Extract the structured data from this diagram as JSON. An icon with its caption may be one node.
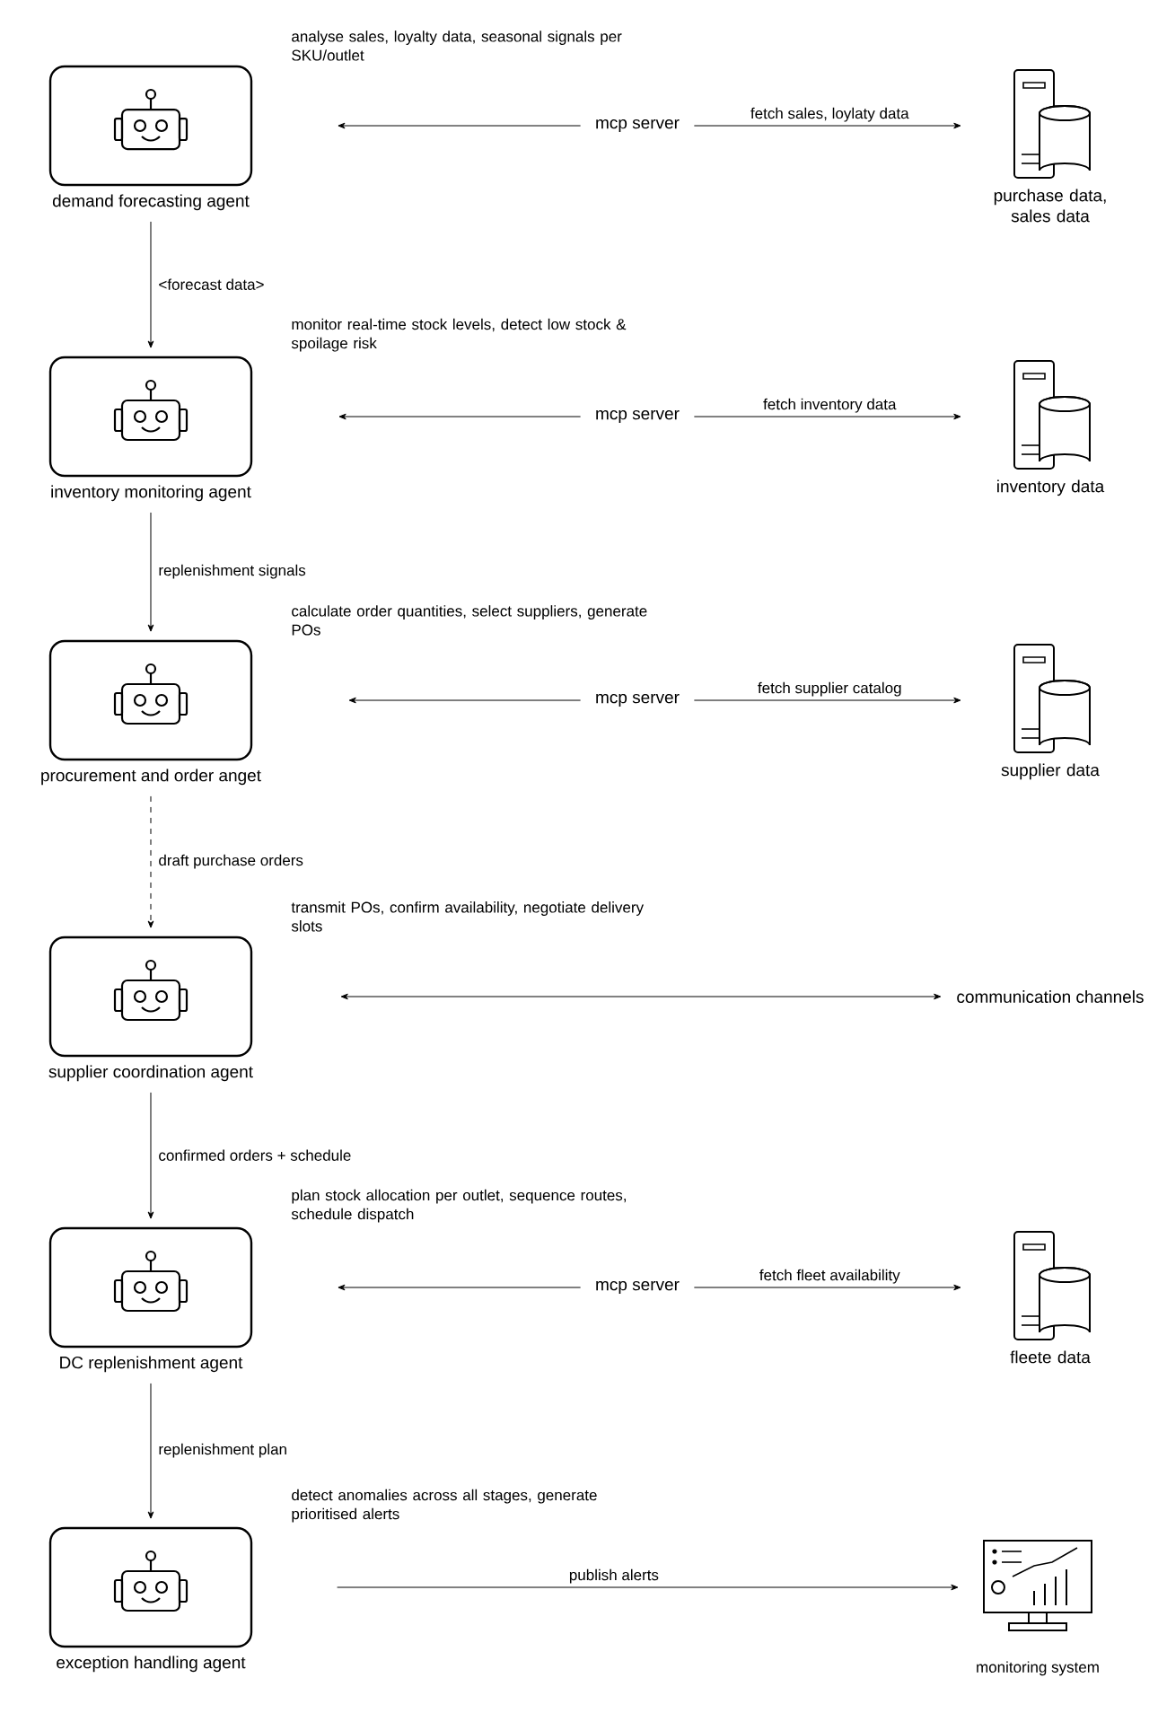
{
  "diagram": {
    "nodes": [
      {
        "text": [
          "demand forecasting agent"
        ],
        "beside": [
          "analyse sales, loyalty data, seasonal signals per SKU/outlet"
        ]
      },
      {
        "text": [
          "mcp server"
        ]
      },
      {
        "text": [
          "purchase data, sales data"
        ]
      },
      {
        "text": [
          "inventory monitoring agent"
        ],
        "beside": [
          "monitor real-time stock levels, detect low stock & spoilage risk"
        ]
      },
      {
        "text": [
          "mcp server"
        ]
      },
      {
        "text": [
          "inventory data"
        ]
      },
      {
        "text": [
          "procurement and order anget"
        ],
        "beside": [
          "calculate order quantities, select suppliers, generate POs"
        ]
      },
      {
        "text": [
          "mcp server"
        ]
      },
      {
        "text": [
          "supplier data"
        ]
      },
      {
        "text": [
          "supplier coordination agent"
        ],
        "beside": [
          "transmit POs, confirm availability, negotiate delivery slots"
        ]
      },
      {
        "text": [
          "communication channels"
        ]
      },
      {
        "text": [
          "DC replenishment agent"
        ],
        "beside": [
          "plan stock allocation per outlet, sequence routes, schedule dispatch"
        ]
      },
      {
        "text": [
          "mcp server"
        ]
      },
      {
        "text": [
          "fleete data"
        ]
      },
      {
        "text": [
          "exception handling agent"
        ],
        "beside": [
          "detect anomalies across all stages, generate prioritised alerts"
        ]
      },
      {
        "text": [
          "monitoring system"
        ]
      }
    ],
    "edges": [
      {
        "from": 1,
        "to": 0,
        "arrow": "to"
      },
      {
        "from": 1,
        "to": 2,
        "arrow": "to",
        "label": "fetch sales, loylaty data"
      },
      {
        "from": 0,
        "to": 3,
        "arrow": "to",
        "label": "<forecast data>"
      },
      {
        "from": 4,
        "to": 3,
        "arrow": "to"
      },
      {
        "from": 4,
        "to": 5,
        "arrow": "to",
        "label": "fetch inventory data"
      },
      {
        "from": 3,
        "to": 6,
        "arrow": "to",
        "label": "replenishment signals"
      },
      {
        "from": 7,
        "to": 6,
        "arrow": "to"
      },
      {
        "from": 7,
        "to": 8,
        "arrow": "to",
        "label": "fetch supplier catalog"
      },
      {
        "from": 6,
        "to": 9,
        "arrow": "to",
        "label": "draft purchase orders",
        "style": "dashed"
      },
      {
        "from": 9,
        "to": 10,
        "arrow": "both"
      },
      {
        "from": 9,
        "to": 11,
        "arrow": "to",
        "label": "confirmed orders + schedule"
      },
      {
        "from": 12,
        "to": 11,
        "arrow": "to"
      },
      {
        "from": 12,
        "to": 13,
        "arrow": "to",
        "label": "fetch fleet availability"
      },
      {
        "from": 11,
        "to": 14,
        "arrow": "to",
        "label": "replenishment plan"
      },
      {
        "from": 14,
        "to": 15,
        "arrow": "to",
        "label": "publish alerts"
      }
    ]
  }
}
